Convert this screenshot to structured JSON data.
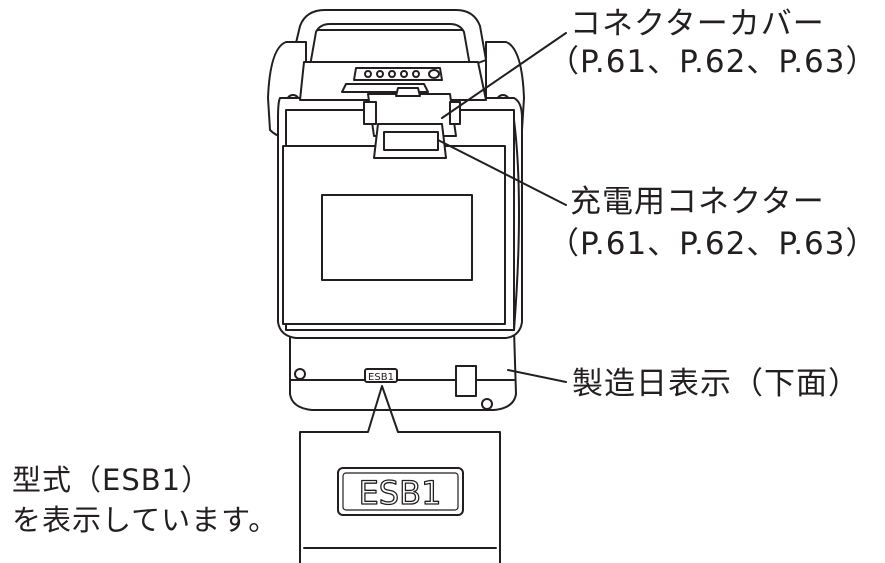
{
  "callouts": {
    "connector_cover": {
      "title": "コネクターカバー",
      "pages": "（P.61、P.62、P.63）"
    },
    "charging_connector": {
      "title": "充電用コネクター",
      "pages": "（P.61、P.62、P.63）"
    },
    "manufacture_date": {
      "title": "製造日表示（下面）"
    },
    "model": {
      "line1": "型式（ESB1）",
      "line2": "を表示しています。"
    }
  },
  "device": {
    "model_plate_small": "ESB1",
    "model_plate_large": "ESB1"
  },
  "colors": {
    "line": "#231f20",
    "background": "#ffffff"
  }
}
